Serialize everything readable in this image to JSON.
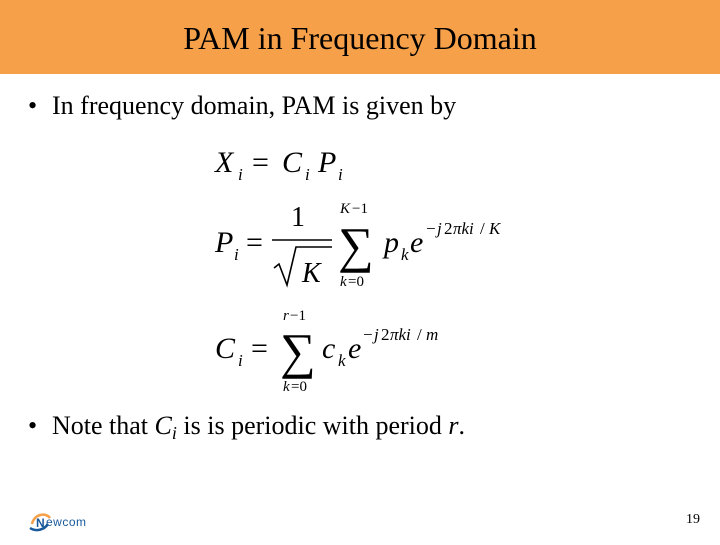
{
  "slide": {
    "title": "PAM in Frequency Domain",
    "bullet1": "In frequency domain, PAM is given by",
    "bullet2": {
      "prefix": "Note that ",
      "var": "C",
      "sub": "i",
      "suffix": " is is periodic with period ",
      "period_var": "r",
      "end": "."
    },
    "bullet_symbol": "•",
    "logo_text": "ewcom",
    "page_number": "19"
  },
  "equations": {
    "eq1": "X_i = C_i P_i",
    "eq2": "P_i = (1/sqrt(K)) sum_{k=0}^{K-1} p_k e^{-j2πki/K}",
    "eq3": "C_i = sum_{k=0}^{r-1} c_k e^{-j2πki/m}"
  },
  "colors": {
    "title_bar": "#f7a04a",
    "logo_blue": "#1a5a9a",
    "logo_orange": "#f7a04a"
  }
}
